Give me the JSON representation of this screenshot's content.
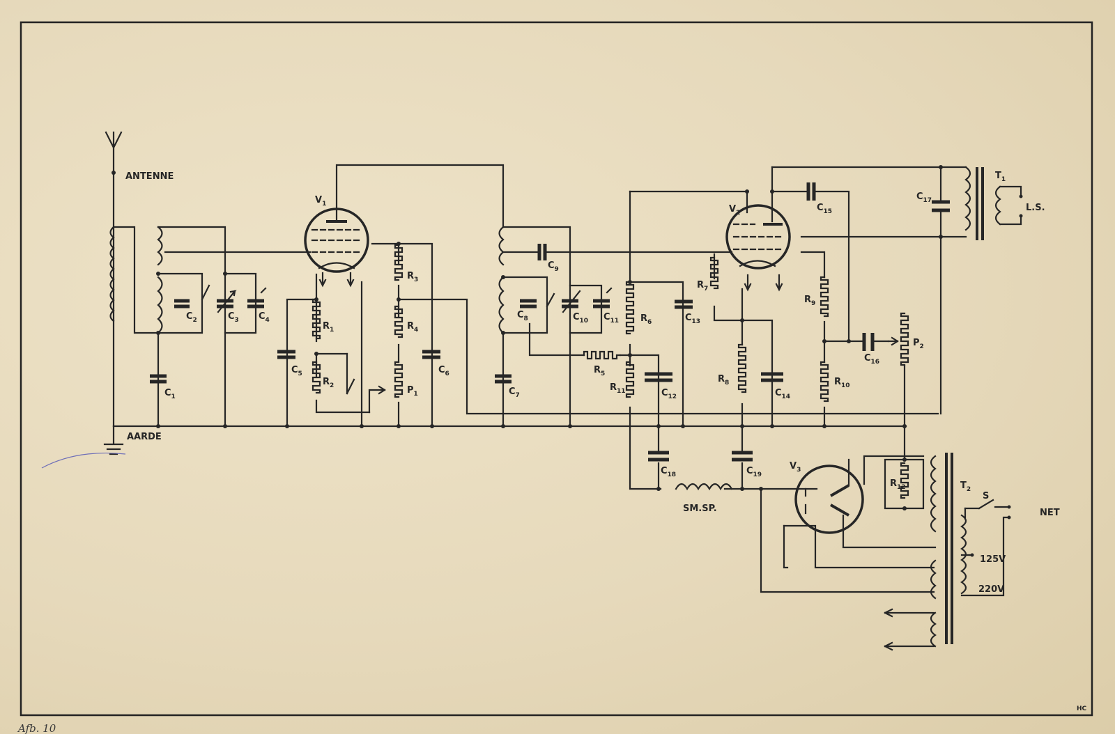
{
  "labels": {
    "antenne": "ANTENNE",
    "aarde": "AARDE",
    "ls": "L.S.",
    "net": "NET",
    "smsp": "SM.SP.",
    "s": "S",
    "v125": "125V",
    "v220": "220V",
    "initials": "HC",
    "caption": "Afb. 10"
  },
  "components": [
    {
      "letter": "V",
      "sub": "1"
    },
    {
      "letter": "V",
      "sub": "2"
    },
    {
      "letter": "V",
      "sub": "3"
    },
    {
      "letter": "T",
      "sub": "1"
    },
    {
      "letter": "T",
      "sub": "2"
    },
    {
      "letter": "C",
      "sub": "1"
    },
    {
      "letter": "C",
      "sub": "2"
    },
    {
      "letter": "C",
      "sub": "3"
    },
    {
      "letter": "C",
      "sub": "4"
    },
    {
      "letter": "C",
      "sub": "5"
    },
    {
      "letter": "C",
      "sub": "6"
    },
    {
      "letter": "C",
      "sub": "7"
    },
    {
      "letter": "C",
      "sub": "8"
    },
    {
      "letter": "C",
      "sub": "9"
    },
    {
      "letter": "C",
      "sub": "10"
    },
    {
      "letter": "C",
      "sub": "11"
    },
    {
      "letter": "C",
      "sub": "12"
    },
    {
      "letter": "C",
      "sub": "13"
    },
    {
      "letter": "C",
      "sub": "14"
    },
    {
      "letter": "C",
      "sub": "15"
    },
    {
      "letter": "C",
      "sub": "16"
    },
    {
      "letter": "C",
      "sub": "17"
    },
    {
      "letter": "C",
      "sub": "18"
    },
    {
      "letter": "C",
      "sub": "19"
    },
    {
      "letter": "R",
      "sub": "1"
    },
    {
      "letter": "R",
      "sub": "2"
    },
    {
      "letter": "R",
      "sub": "3"
    },
    {
      "letter": "R",
      "sub": "4"
    },
    {
      "letter": "R",
      "sub": "5"
    },
    {
      "letter": "R",
      "sub": "6"
    },
    {
      "letter": "R",
      "sub": "7"
    },
    {
      "letter": "R",
      "sub": "8"
    },
    {
      "letter": "R",
      "sub": "9"
    },
    {
      "letter": "R",
      "sub": "10"
    },
    {
      "letter": "R",
      "sub": "11"
    },
    {
      "letter": "R",
      "sub": "12"
    },
    {
      "letter": "P",
      "sub": "1"
    },
    {
      "letter": "P",
      "sub": "2"
    }
  ]
}
